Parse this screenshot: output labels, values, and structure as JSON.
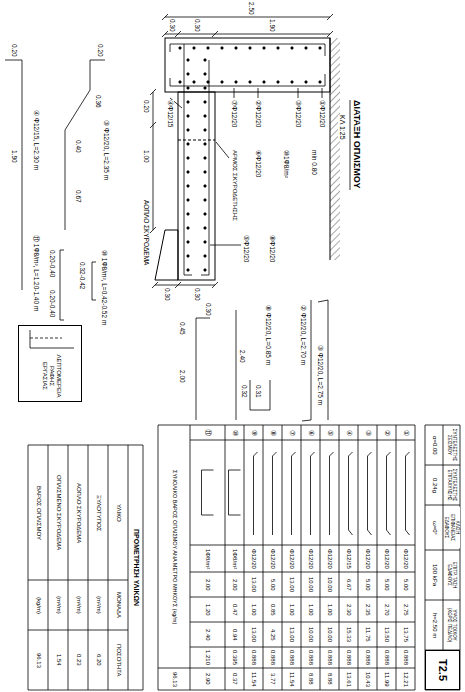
{
  "diagram": {
    "title": "ΔΙΑΤΑΞΗ ΟΠΛΙΣΜΟΥ",
    "nodes": [
      {
        "text": [
          "ΛΕΠΤΟΜΕΡΕΙΑ ΡΑΦΗΣ ΕΡΓΑΣΙΑΣ"
        ]
      },
      {
        "text": [
          "Τ2.5"
        ]
      }
    ],
    "labels": [
      "2.50",
      "0.30",
      "0.30",
      "1.90",
      "min 0.80",
      "①Φ12/20",
      "③Φ12/20",
      "②Φ12/20",
      "⑦Φ12/20",
      "⑥Φ12/20",
      "⑩1Φ8/m²",
      "ΑΡΜΟΣ ΣΚΥΡΟΔΕΤΗΣΗΣ",
      "⑤Φ12/20",
      "⑧Φ12/20",
      "④Φ12/15",
      "ΑΟΠΛΟ ΣΚΥΡΟΔΕΜΑ",
      "0.30",
      "0.30",
      "1.00",
      "0.20",
      "② Φ12/20, L=2.70 m",
      "③ Φ12/20, L=2.75 m",
      "2.40",
      "0.45",
      "2.00",
      "0.30",
      "⑧ Φ12/20, L=0.85 m",
      "0.31",
      "0.32",
      "ΔΙΑΤΑΞΗ ΟΠΛΙΣΜΟΥ",
      "ΚΛ 1:25",
      "0.20",
      "1.90",
      "④ Φ12/15, L=2.30 m",
      "0.20",
      "0.36",
      "0.40",
      "0.67",
      "③ Φ12/20, L=2.35 m",
      "⑩ 1Φ8/m², L=0.42-0.52 m",
      "0.32-0.42",
      "⑪ 1Φ8/m², L=1.20-1.40 m",
      "0.20-0.40",
      "0.20-0.40",
      "ΣΥΝΤΕΛΕΣΤΗΣ ΣΕΙΣΜΟΥ",
      "α=0.00",
      "ΣΥΝΤΕΛΕΣΤΗΣ ΕΠΙΤΑΧΥΝΣΗΣ",
      "0.24g",
      "ΚΛΙΣΗ ΕΠΙΦΑΝΕΙΑΣ ΕΔΑΦΟΥΣ",
      "ω=0°",
      "ΕΠΙΤΡ. ΤΑΣΗ ΕΔΑΦΟΥΣ",
      "100 kPa",
      "ΥΨΟΣ ΤΟΙΧΟΥ (ΧΩΡΙΣ ΠΕΔΙΛΟ)",
      "h=2.50 m",
      "①",
      "Φ12/20",
      "5.00",
      "2.75",
      "13.75",
      "0.888",
      "12.21",
      "②",
      "Φ12/20",
      "5.00",
      "2.70",
      "13.50",
      "0.888",
      "11.99",
      "③",
      "Φ12/20",
      "5.00",
      "2.35",
      "11.75",
      "0.888",
      "10.43",
      "④",
      "Φ12/15",
      "6.67",
      "2.30",
      "15.33",
      "0.888",
      "13.61",
      "⑤",
      "Φ12/20",
      "10.00",
      "1.00",
      "10.00",
      "0.888",
      "8.88",
      "⑥",
      "Φ12/20",
      "10.00",
      "1.00",
      "10.00",
      "0.888",
      "8.88",
      "⑦",
      "Φ12/20",
      "13.00",
      "1.00",
      "13.00",
      "0.888",
      "11.54",
      "⑧",
      "Φ12/20",
      "5.00",
      "0.85",
      "4.25",
      "0.888",
      "3.77",
      "⑨",
      "Φ12/20",
      "13.00",
      "1.00",
      "13.00",
      "0.888",
      "11.54",
      "⑩",
      "1Φ8/m²",
      "2.00",
      "0.47",
      "0.94",
      "0.395",
      "0.37",
      "⑪",
      "1Φ8/m²",
      "2.00",
      "1.20",
      "2.40",
      "1.210",
      "2.90",
      "ΣΥΝΟΛΙΚΟ ΒΑΡΟΣ ΟΠΛΙΣΜΟΥ ΑΝΑ ΜΕΤΡΟ ΜΗΚΟΥΣ (kg/m)",
      "96.13",
      "ΠΡΟΜΕΤΡΗΣΗ ΥΛΙΚΩΝ",
      "ΥΛΙΚΟ",
      "ΜΟΝΑΔΑ",
      "ΠΟΣΟΤΗΤΑ",
      "ΞΥΛΟΤΥΠΟΣ",
      "(m²/m)",
      "6.20",
      "ΑΟΠΛΟ ΣΚΥΡΟΔΕΜΑ",
      "(m³/m)",
      "0.23",
      "ΟΠΛΙΣΜΕΝΟ ΣΚΥΡΟΔΕΜΑ",
      "(m³/m)",
      "1.54",
      "ΒΑΡΟΣ ΟΠΛΙΣΜΟΥ",
      "(kg/m)",
      "96.13"
    ]
  }
}
